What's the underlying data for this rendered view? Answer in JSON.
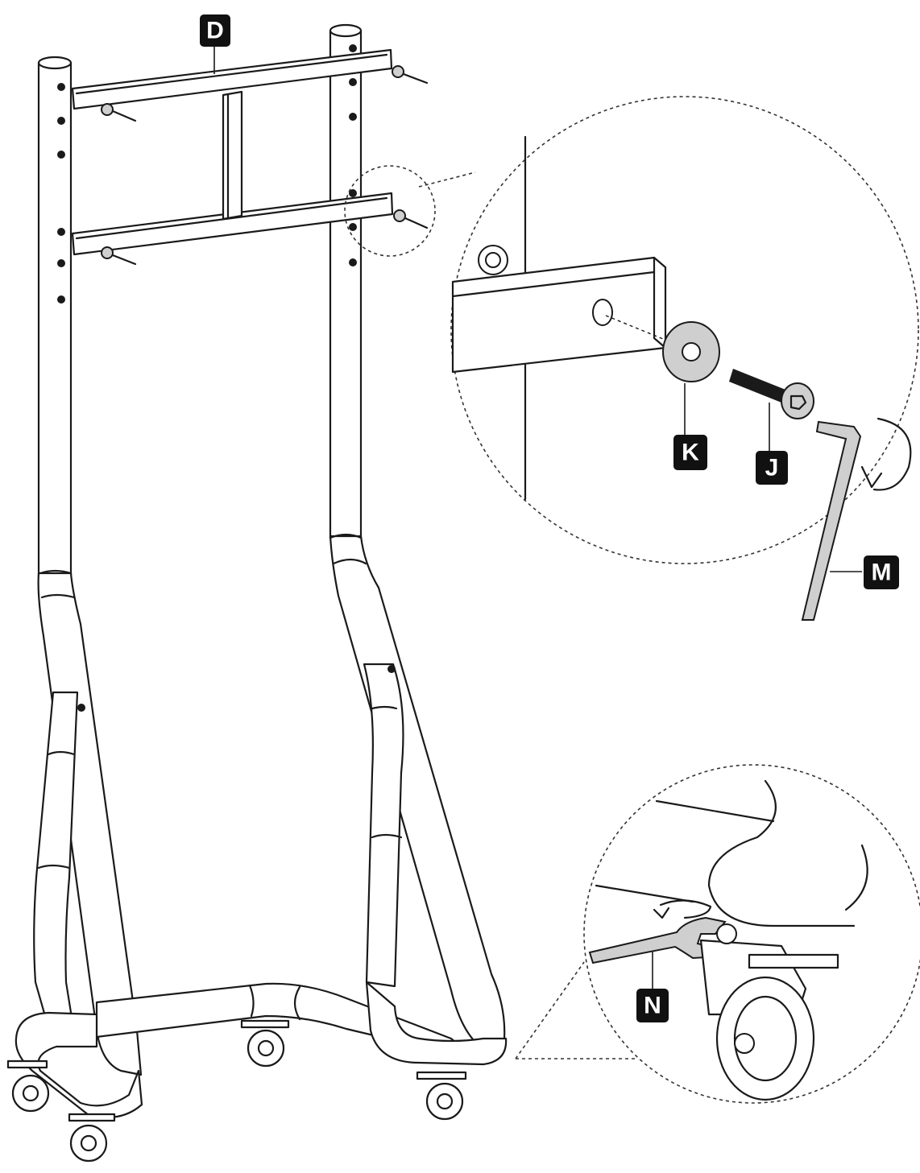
{
  "labels": {
    "d": "D",
    "k": "K",
    "j": "J",
    "m": "M",
    "n": "N"
  },
  "colors": {
    "line": "#1a1a1a",
    "label_bg": "#111111",
    "label_text": "#ffffff",
    "washer": "#cfcfcf"
  },
  "icons": {
    "rotate_arrow": "rotate-arrow-icon",
    "wrench_rotate_arrow": "wrench-rotate-arrow-icon"
  }
}
